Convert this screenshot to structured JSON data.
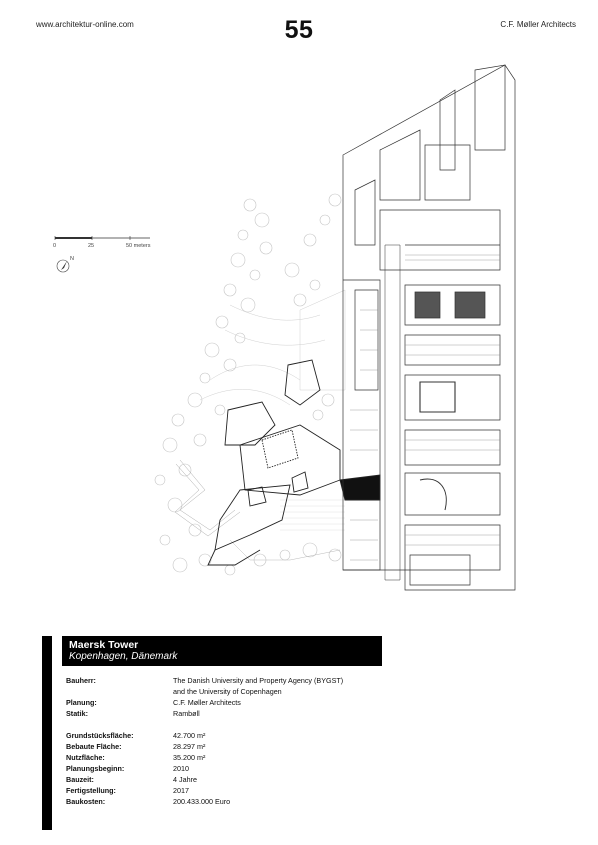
{
  "header": {
    "website": "www.architektur-online.com",
    "page_number": "55",
    "firm": "C.F. Møller Architects"
  },
  "scale_bar": {
    "labels": [
      "0",
      "25",
      "50 meters"
    ],
    "north": "N"
  },
  "project": {
    "name": "Maersk Tower",
    "location": "Kopenhagen, Dänemark"
  },
  "facts_a": [
    {
      "label": "Bauherr:",
      "value": "The Danish University and Property Agency (BYGST)"
    },
    {
      "label": "",
      "value": "and the University of Copenhagen"
    },
    {
      "label": "Planung:",
      "value": "C.F. Møller Architects"
    },
    {
      "label": "Statik:",
      "value": "Rambøll"
    }
  ],
  "facts_b": [
    {
      "label": "Grundstücksfläche:",
      "value": "42.700 m²"
    },
    {
      "label": "Bebaute Fläche:",
      "value": "28.297 m²"
    },
    {
      "label": "Nutzfläche:",
      "value": "35.200 m²"
    },
    {
      "label": "Planungsbeginn:",
      "value": "2010"
    },
    {
      "label": "Bauzeit:",
      "value": "4 Jahre"
    },
    {
      "label": "Fertigstellung:",
      "value": "2017"
    },
    {
      "label": "Baukosten:",
      "value": "200.433.000 Euro"
    }
  ]
}
